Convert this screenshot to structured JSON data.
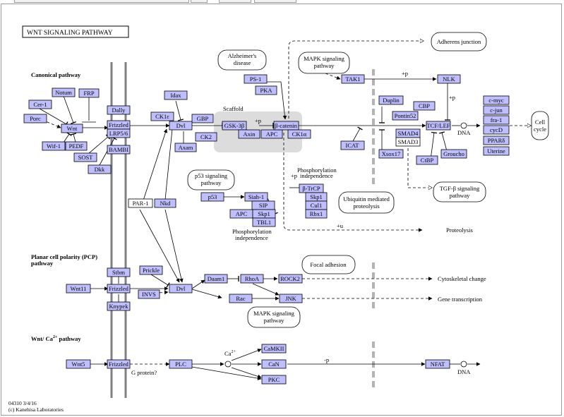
{
  "title": "WNT  SIGNALING  PATHWAY",
  "footer": {
    "code": "04310 3/4/16",
    "copyright": "(c) Kanehisa Laboratories"
  },
  "sections": {
    "canonical": "Canonical pathway",
    "pcp_1": "Planar cell polarity (PCP)",
    "pcp_2": "pathway",
    "ca": "Wnt/ Ca"
  },
  "labels": {
    "scaffold": "Scaffold",
    "phospho_ind_top_1": "Phosphorylation",
    "phospho_ind_top_2": "independence",
    "phospho_ind_bot_1": "Phosphorylation",
    "phospho_ind_bot_2": "independence",
    "dna_1": "DNA",
    "dna_2": "DNA",
    "proteolysis": "Proteolysis",
    "cytoskeletal": "Cytoskeletal change",
    "gene_transcription": "Gene transcription",
    "g_protein": "G protein?",
    "p_nlk": "+p",
    "p_nlk2": "+p",
    "p_scaffold": "+p",
    "p_tcf": "+p",
    "u_proteolysis": "+u",
    "p_nfat": "-p",
    "ca2": "Ca",
    "ca2_sup": "2+",
    "ca_sup": "2+",
    "ca_section_tail": "pathway"
  },
  "genes": {
    "porc": "Porc",
    "cer1": "Cer-1",
    "notum": "Notum",
    "frp": "FRP",
    "wnt_canon": "Wnt",
    "wif1": "Wif-1",
    "pedf": "PEDF",
    "sost": "SOST",
    "dkk": "Dkk",
    "dally": "Dally",
    "frizzled_1": "Frizzled",
    "lrp56": "LRP5/6",
    "bambi": "BAMBI",
    "idax": "Idax",
    "ck1e": "CK1ε",
    "gbp": "GBP",
    "dvl_1": "Dvl",
    "ck2": "CK2",
    "axam": "Axam",
    "ps1": "PS-1",
    "pka": "PKA",
    "gsk3b": "GSK-3β",
    "axin": "Axin",
    "apc_1": "APC",
    "bcatenin": "β-catenin",
    "ck1a": "CK1α",
    "tak1": "TAK1",
    "nlk": "NLK",
    "duplin": "Duplin",
    "cbp": "CBP",
    "pontin52": "Pontin52",
    "smad4": "SMAD4",
    "smad3": "SMAD3",
    "tcflef": "TCF/LEF",
    "icat": "ICAT",
    "xsox17": "Xsox17",
    "ctbp": "CtBP",
    "groucho": "Groucho",
    "cmyc": "c-myc",
    "cjun": "c-jun",
    "fra1": "fra-1",
    "cycd": "cycD",
    "ppard": "PPARδ",
    "uterine": "Uterine",
    "par1": "PAR-1",
    "nkd": "Nkd",
    "p53": "p53",
    "siah1": "Siah-1",
    "sip": "SIP",
    "apc_2": "APC",
    "skp1_2": "Skp1",
    "tbl1": "TBL1",
    "btrcp": "β-TrCP",
    "skp1_1": "Skp1",
    "cul1": "Cul1",
    "rbx1": "Rbx1",
    "wnt11": "Wnt11",
    "stbm": "Stbm",
    "prickle": "Prickle",
    "frizzled_2": "Frizzled",
    "knypek": "Knypek",
    "invs": "INVS",
    "dvl_2": "Dvl",
    "daam1": "Daam1",
    "rhoa": "RhoA",
    "rock2": "ROCK2",
    "rac": "Rac",
    "jnk": "JNK",
    "wnt5": "Wnt5",
    "frizzled_3": "Frizzled",
    "plc": "PLC",
    "camkii": "CaMKII",
    "can": "CaN",
    "pkc": "PKC",
    "nfat": "NFAT"
  },
  "maps": {
    "alzheimers_1": "Alzheimer's",
    "alzheimers_2": "disease",
    "mapk_top_1": "MAPK signaling",
    "mapk_top_2": "pathway",
    "adherens": "Adherens junction",
    "cellcycle_1": "Cell",
    "cellcycle_2": "cycle",
    "p53path_1": "p53 signaling",
    "p53path_2": "pathway",
    "ubiq_1": "Ubiquitin mediated",
    "ubiq_2": "proteolysis",
    "tgfb_1": "TGF-β signaling",
    "tgfb_2": "pathway",
    "focal": "Focal adhesion",
    "mapk_bot_1": "MAPK signaling",
    "mapk_bot_2": "pathway"
  },
  "colors": {
    "gene_fill": "#bfbfff",
    "membrane": "#808080",
    "nucleus_dash": "#b3b3b3",
    "scaffold_bg": "#dcdcdc"
  }
}
